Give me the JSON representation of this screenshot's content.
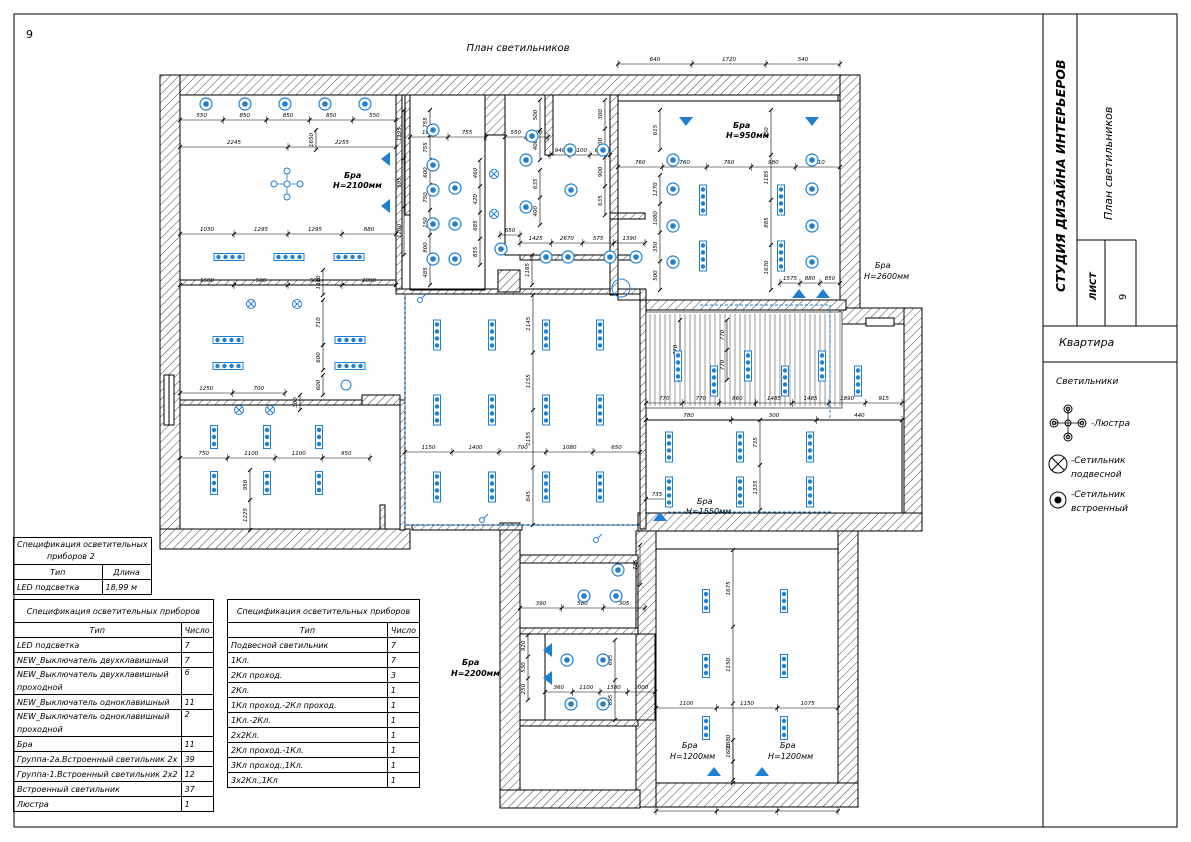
{
  "page_number": "9",
  "plan_title": "План светильников",
  "title_block": {
    "studio": "СТУДИЯ ДИЗАЙНА ИНТЕРЬЕРОВ",
    "sheet_title": "План светильников",
    "sheet_label": "ЛИСТ",
    "sheet_number": "9",
    "object_name": "Квартира"
  },
  "legend": {
    "title": "Светильники",
    "items": [
      {
        "icon": "chandelier-icon",
        "label": "-Люстра"
      },
      {
        "icon": "pendant-light-icon",
        "label_line1": "-Сетильник",
        "label_line2": "подвесной"
      },
      {
        "icon": "recessed-light-icon",
        "label_line1": "-Сетильник",
        "label_line2": "встроенный"
      }
    ]
  },
  "spec2": {
    "title_line1": "Спецификация осветительных",
    "title_line2": "приборов 2",
    "col_type": "Тип",
    "col_length": "Длина",
    "rows": [
      {
        "type": "LED подсветка",
        "length": "18,99 м"
      }
    ]
  },
  "spec_left": {
    "title": "Спецификация осветительных приборов",
    "col_type": "Тип",
    "col_count": "Число",
    "rows": [
      {
        "type": "LED подсветка",
        "count": "7"
      },
      {
        "type": "NEW_Выключатель двухклавишный",
        "count": "7"
      },
      {
        "type": "NEW_Выключатель двухклавишный",
        "type2": "проходной",
        "count": "6"
      },
      {
        "type": "NEW_Выключатель одноклавишный",
        "count": "11"
      },
      {
        "type": "NEW_Выключатель одноклавишный",
        "type2": "проходной",
        "count": "2"
      },
      {
        "type": "Бра",
        "count": "11"
      },
      {
        "type": "Группа-2а.Встроенный светильник 2х",
        "count": "39"
      },
      {
        "type": "Группа-1.Встроенный светильник 2х2",
        "count": "12"
      },
      {
        "type": "Встроенный светильник",
        "count": "37"
      },
      {
        "type": "Люстра",
        "count": "1"
      }
    ]
  },
  "spec_right": {
    "title": "Спецификация осветительных приборов",
    "col_type": "Тип",
    "col_count": "Число",
    "rows": [
      {
        "type": "Подвесной светильник",
        "count": "7"
      },
      {
        "type": "1Кл.",
        "count": "7"
      },
      {
        "type": "2Кл проход.",
        "count": "3"
      },
      {
        "type": "2Кл.",
        "count": "1"
      },
      {
        "type": "1Кл проход.-2Кл проход.",
        "count": "1"
      },
      {
        "type": "1Кл.-2Кл.",
        "count": "1"
      },
      {
        "type": "2х2Кл.",
        "count": "1"
      },
      {
        "type": "2Кл проход.-1Кл.",
        "count": "1"
      },
      {
        "type": "3Кл проход.,1Кл.",
        "count": "1"
      },
      {
        "type": "3х2Кл.,1Кл",
        "count": "1"
      }
    ]
  },
  "sconce_labels": [
    {
      "line1": "Бра",
      "line2": "H=2100мм"
    },
    {
      "line1": "Бра",
      "line2": "H=950мм"
    },
    {
      "line1": "Бра",
      "line2": "H=2600мм"
    },
    {
      "line1": "Бра",
      "line2": "H=1550мм"
    },
    {
      "line1": "Бра",
      "line2": "H=2200мм"
    },
    {
      "line1": "Бра",
      "line2": "H=1200мм"
    },
    {
      "line1": "Бра",
      "line2": "H=1200мм"
    }
  ],
  "dimensions": [
    "550",
    "850",
    "850",
    "850",
    "550",
    "2245",
    "2255",
    "1650",
    "1030",
    "1295",
    "1295",
    "880",
    "1500",
    "500",
    "500",
    "2000",
    "1010",
    "710",
    "600",
    "600",
    "1250",
    "700",
    "300",
    "750",
    "1100",
    "1100",
    "950",
    "950",
    "1225",
    "1195",
    "595",
    "1200",
    "1020",
    "755",
    "755",
    "755",
    "600",
    "750",
    "150",
    "800",
    "485",
    "460",
    "420",
    "685",
    "855",
    "550",
    "400",
    "500",
    "400",
    "940",
    "1100",
    "600",
    "300",
    "300",
    "900",
    "635",
    "635",
    "400",
    "650",
    "1425",
    "2670",
    "575",
    "1390",
    "1165",
    "640",
    "1720",
    "540",
    "615",
    "760",
    "760",
    "760",
    "980",
    "1210",
    "1270",
    "1080",
    "350",
    "500",
    "450",
    "1185",
    "885",
    "1630",
    "1575",
    "880",
    "850",
    "1145",
    "1155",
    "1155",
    "845",
    "1150",
    "1400",
    "700",
    "1080",
    "650",
    "770",
    "770",
    "770",
    "770",
    "770",
    "860",
    "1485",
    "1485",
    "1890",
    "915",
    "780",
    "300",
    "440",
    "735",
    "1335",
    "735",
    "735",
    "390",
    "580",
    "305",
    "920",
    "530",
    "250",
    "695",
    "695",
    "360",
    "1100",
    "1380",
    "1000",
    "1675",
    "1150",
    "1380",
    "1100",
    "1150",
    "1075",
    "1600"
  ]
}
